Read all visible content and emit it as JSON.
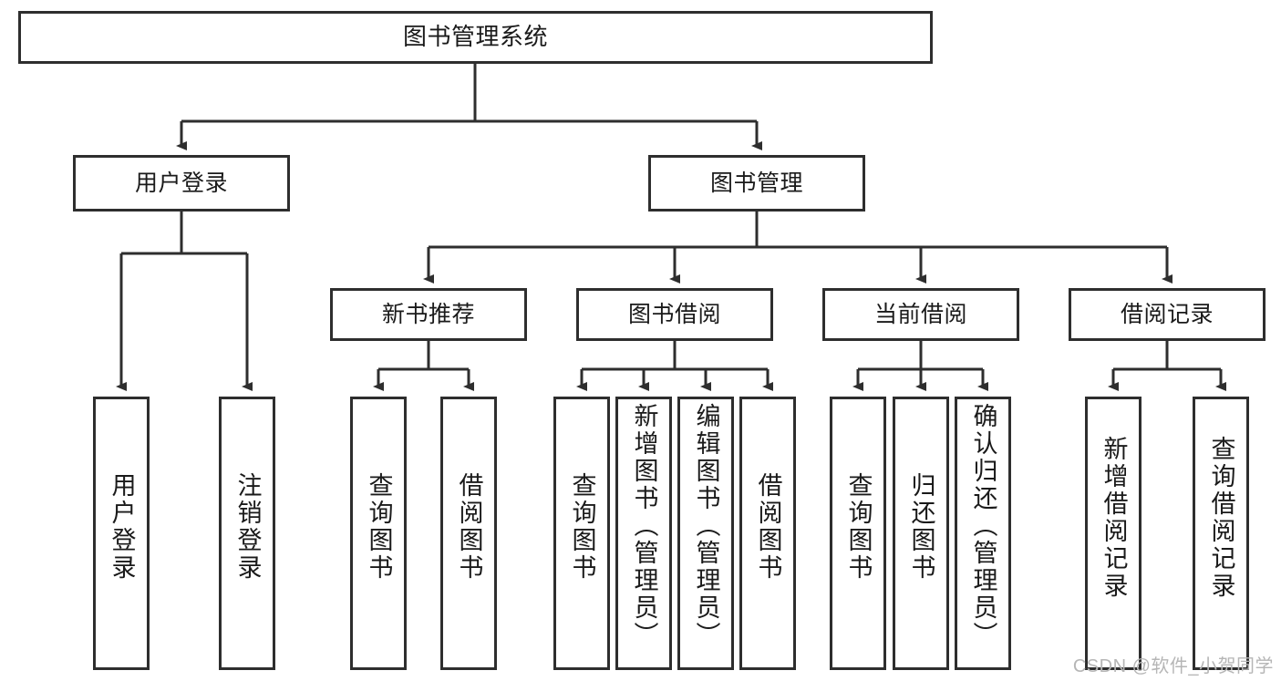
{
  "diagram": {
    "title": "图书管理系统",
    "watermark": "CSDN @软件_小贺同学",
    "colors": {
      "stroke": "#2e2e2e",
      "fill": "#ffffff",
      "text": "#1a1a1a",
      "watermark": "#b6b6b6"
    },
    "levels": {
      "root": {
        "label": "图书管理系统"
      },
      "level2": [
        {
          "label": "用户登录"
        },
        {
          "label": "图书管理"
        }
      ],
      "level3": [
        {
          "label": "新书推荐"
        },
        {
          "label": "图书借阅"
        },
        {
          "label": "当前借阅"
        },
        {
          "label": "借阅记录"
        }
      ],
      "leaves": {
        "user_login": [
          {
            "label": "用户登录"
          },
          {
            "label": "注销登录"
          }
        ],
        "new_book": [
          {
            "label": "查询图书"
          },
          {
            "label": "借阅图书"
          }
        ],
        "borrow_book": [
          {
            "label": "查询图书"
          },
          {
            "label": "新增图书（管理员）"
          },
          {
            "label": "编辑图书（管理员）"
          },
          {
            "label": "借阅图书"
          }
        ],
        "current_borrow": [
          {
            "label": "查询图书"
          },
          {
            "label": "归还图书"
          },
          {
            "label": "确认归还（管理员）"
          }
        ],
        "borrow_record": [
          {
            "label": "新增借阅记录"
          },
          {
            "label": "查询借阅记录"
          }
        ]
      }
    }
  }
}
